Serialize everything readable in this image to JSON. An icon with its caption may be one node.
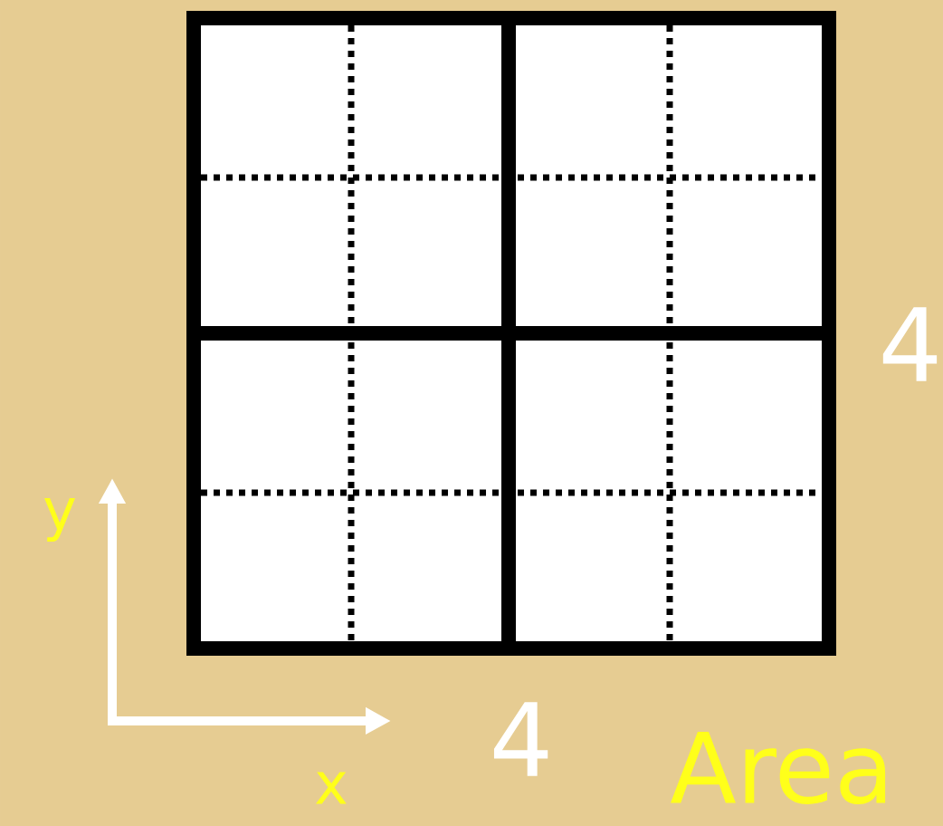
{
  "diagram": {
    "labels": [
      "4",
      "4",
      "Area",
      "y",
      "x"
    ]
  }
}
